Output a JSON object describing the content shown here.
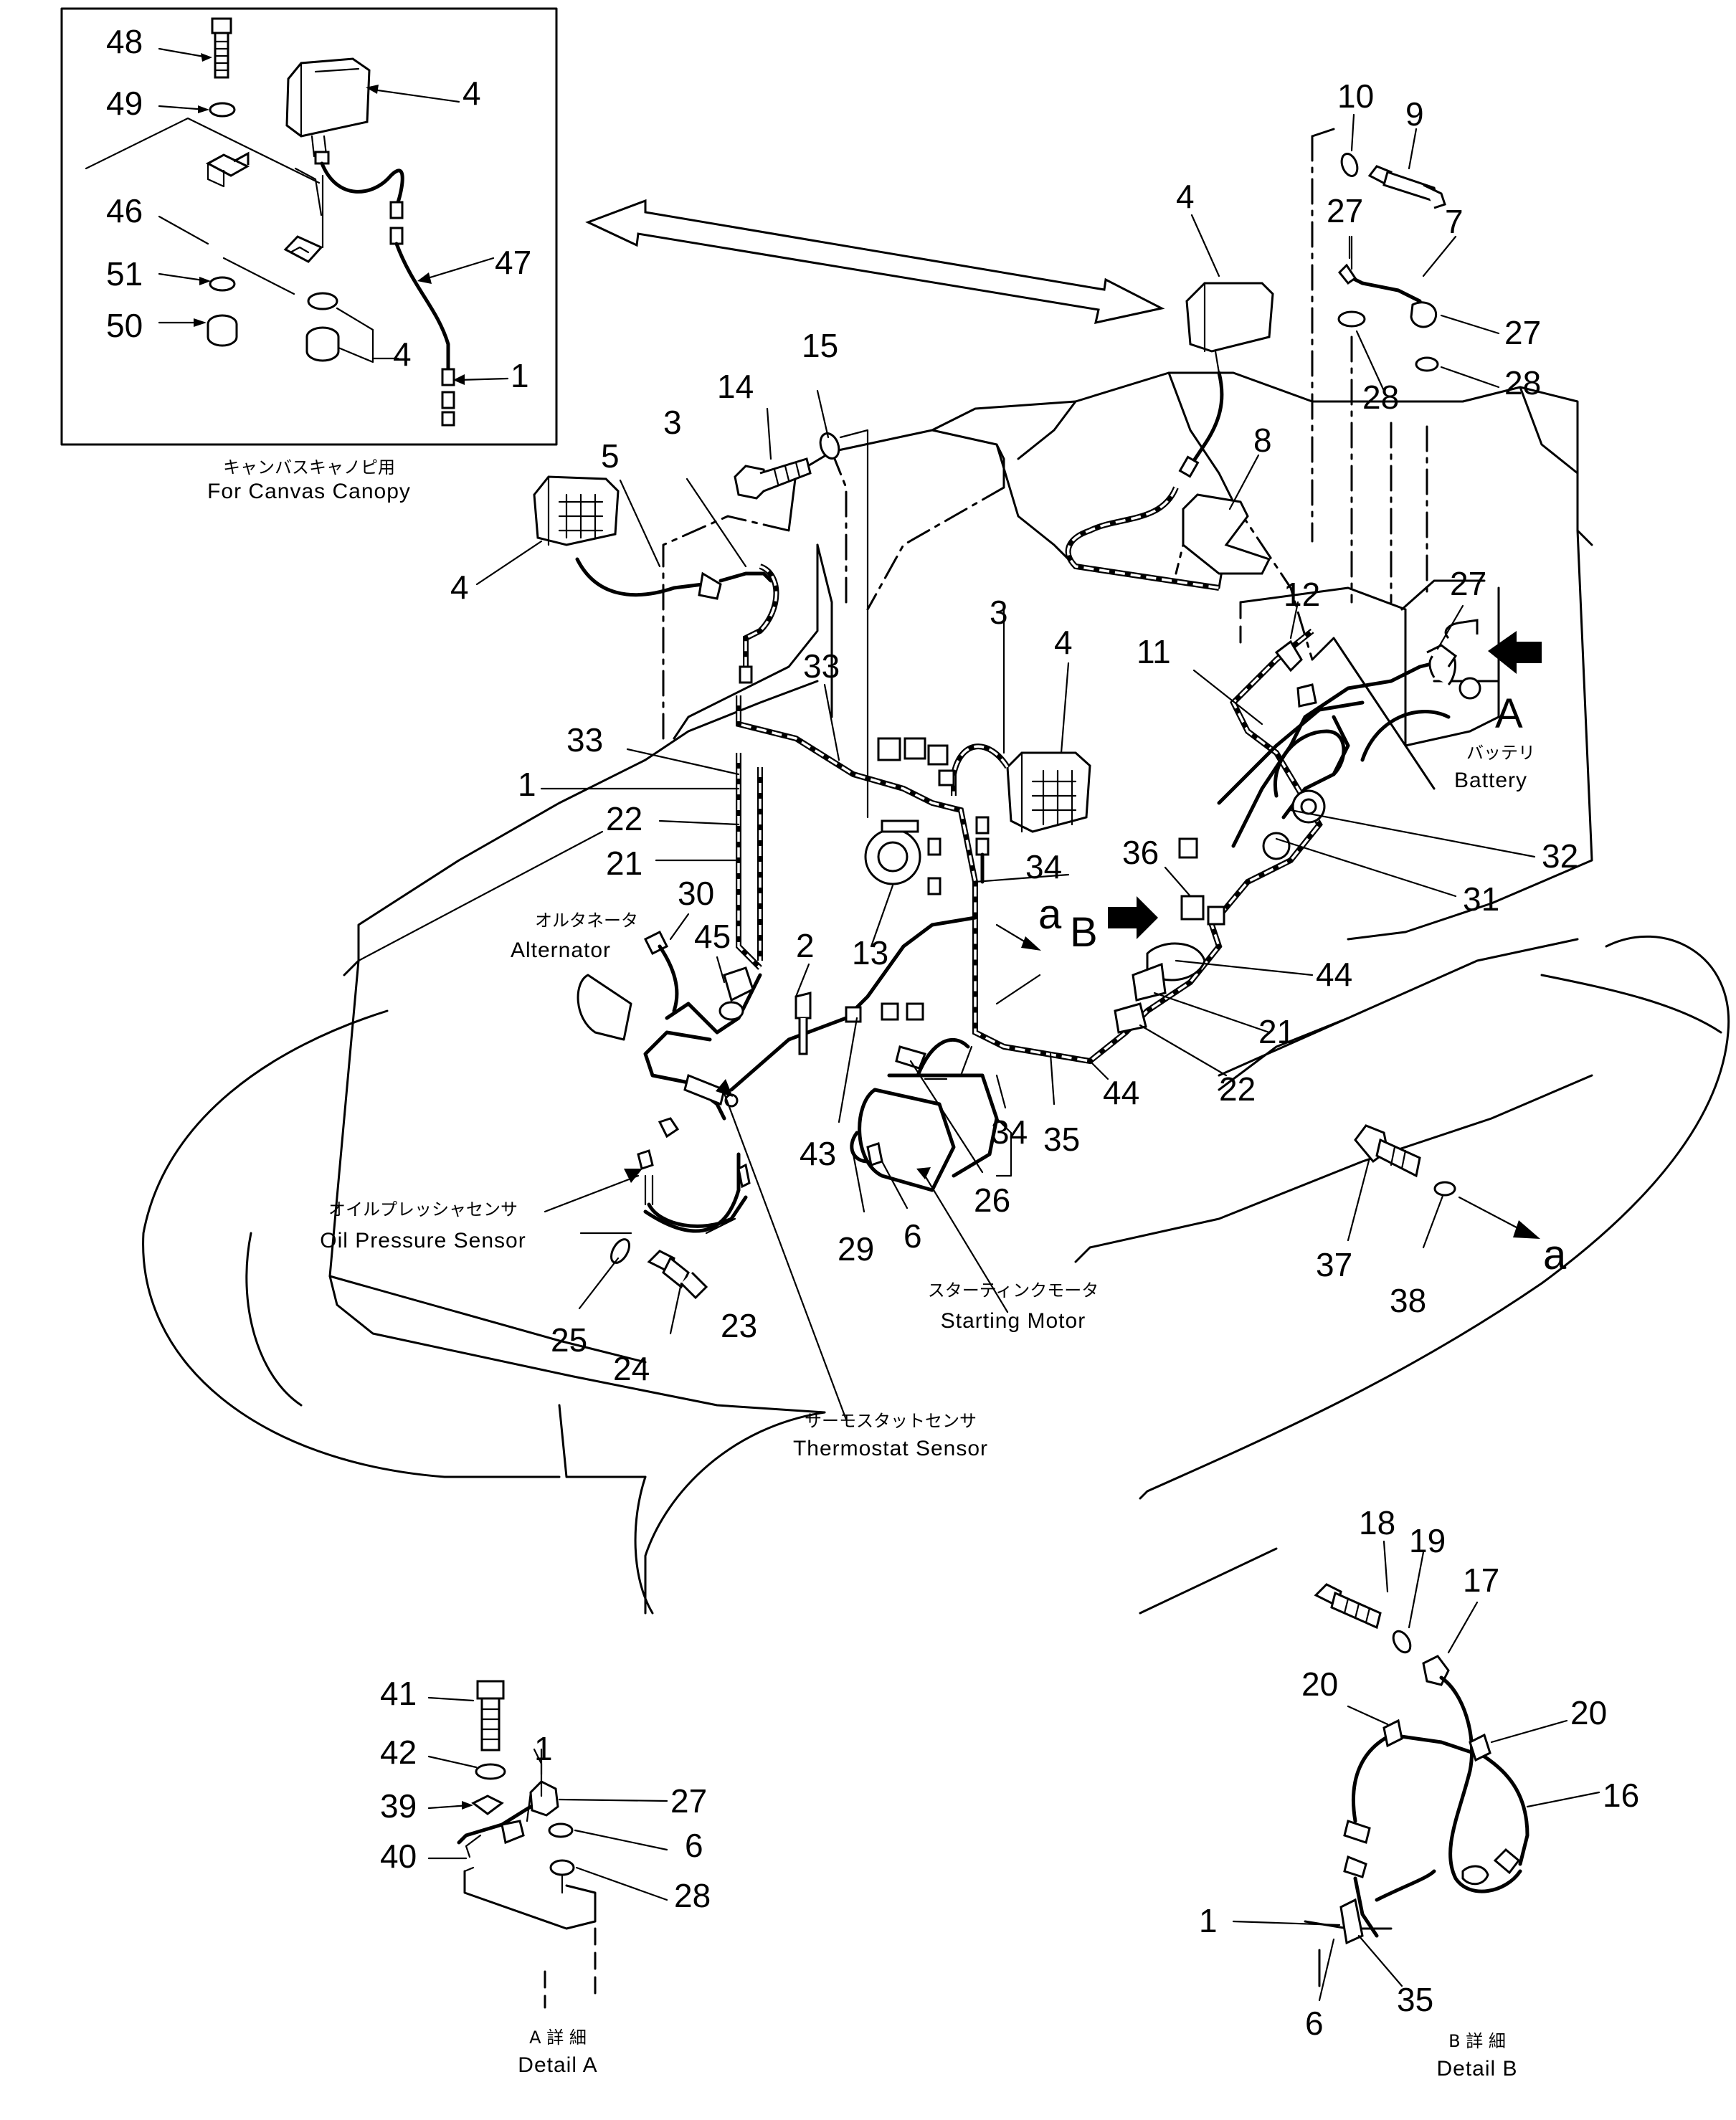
{
  "inset": {
    "jp": "キャンバスキャノピ用",
    "en": "For Canvas Canopy"
  },
  "labels": {
    "battery_jp": "バッテリ",
    "battery_en": "Battery",
    "alternator_jp": "オルタネータ",
    "alternator_en": "Alternator",
    "oil_jp": "オイルプレッシャセンサ",
    "oil_en": "Oil Pressure Sensor",
    "starter_jp": "スターティンクモータ",
    "starter_en": "Starting Motor",
    "thermo_jp": "サーモスタットセンサ",
    "thermo_en": "Thermostat Sensor",
    "detail_a_jp": "A 詳 細",
    "detail_a_en": "Detail A",
    "detail_b_jp": "B 詳 細",
    "detail_b_en": "Detail B",
    "view_A": "A",
    "view_a": "a",
    "view_aB_a": "a",
    "view_aB_B": "B"
  },
  "callouts": {
    "n48": "48",
    "n49": "49",
    "n4_i1": "4",
    "n46": "46",
    "n51": "51",
    "n50": "50",
    "n47": "47",
    "n4_i2": "4",
    "n1_i": "1",
    "n10": "10",
    "n9": "9",
    "n4_t": "4",
    "n27_a": "27",
    "n7": "7",
    "n27_b": "27",
    "n28_a": "28",
    "n28_b": "28",
    "n15": "15",
    "n14": "14",
    "n3_a": "3",
    "n5": "5",
    "n4_l": "4",
    "n8": "8",
    "n27_c": "27",
    "n12": "12",
    "n3_b": "3",
    "n4_m": "4",
    "n11": "11",
    "n33_a": "33",
    "n33_b": "33",
    "n1_m": "1",
    "n22_a": "22",
    "n21_a": "21",
    "n32": "32",
    "n31": "31",
    "n36": "36",
    "n34_a": "34",
    "n30": "30",
    "n45": "45",
    "n2": "2",
    "n13": "13",
    "n44_a": "44",
    "n21_b": "21",
    "n22_b": "22",
    "n44_b": "44",
    "n34_b": "34",
    "n35": "35",
    "n43": "43",
    "n26": "26",
    "n29": "29",
    "n6_m": "6",
    "n37": "37",
    "n38": "38",
    "n25": "25",
    "n24": "24",
    "n23": "23",
    "n18": "18",
    "n19": "19",
    "n17": "17",
    "n20_a": "20",
    "n20_b": "20",
    "n16": "16",
    "n1_b": "1",
    "n35_b": "35",
    "n6_b": "6",
    "n41": "41",
    "n42": "42",
    "n1_a": "1",
    "n27_d": "27",
    "n39": "39",
    "n6_a": "6",
    "n40": "40",
    "n28_c": "28"
  }
}
